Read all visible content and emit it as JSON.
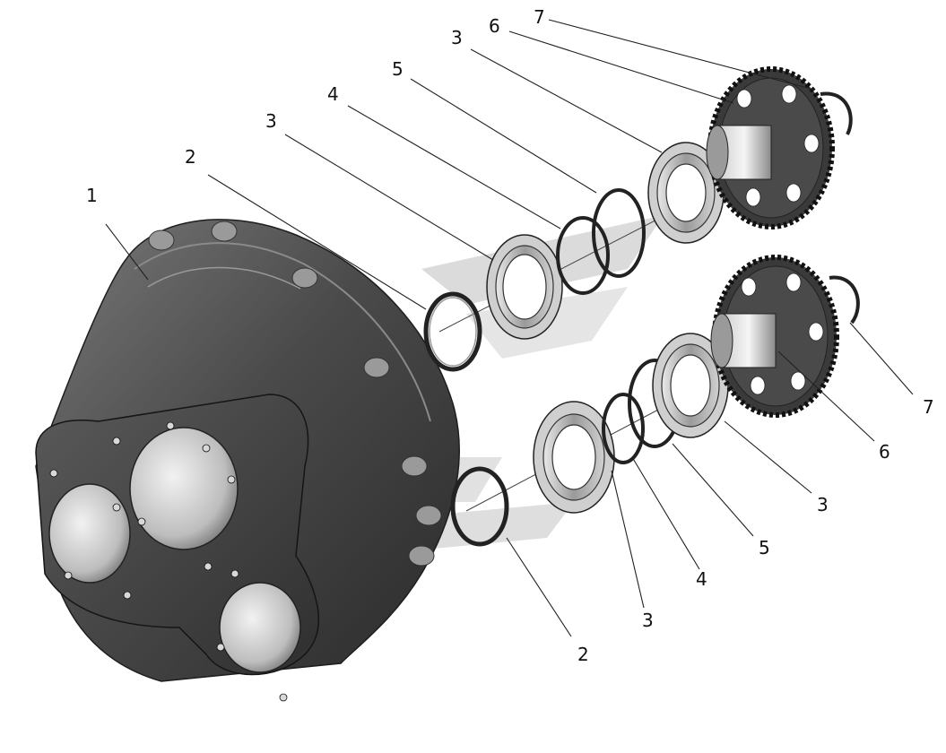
{
  "diagram": {
    "callouts": {
      "housing": "1",
      "ring_upper": "2",
      "bearing_upper_inner": "3",
      "spacer_upper": "4",
      "ring5_upper": "5",
      "bearing_upper_outer": "3",
      "gear_upper": "6",
      "snapring_upper": "7",
      "ring_lower": "2",
      "bearing_lower_inner": "3",
      "spacer_lower": "4",
      "ring5_lower": "5",
      "bearing_lower_outer": "3",
      "gear_lower": "6",
      "snapring_lower": "7"
    },
    "colors": {
      "part_dark": "#3a3a3a",
      "part_mid": "#6e6e6e",
      "part_light": "#b5b5b5",
      "watermark": "#c9c9c9"
    }
  }
}
